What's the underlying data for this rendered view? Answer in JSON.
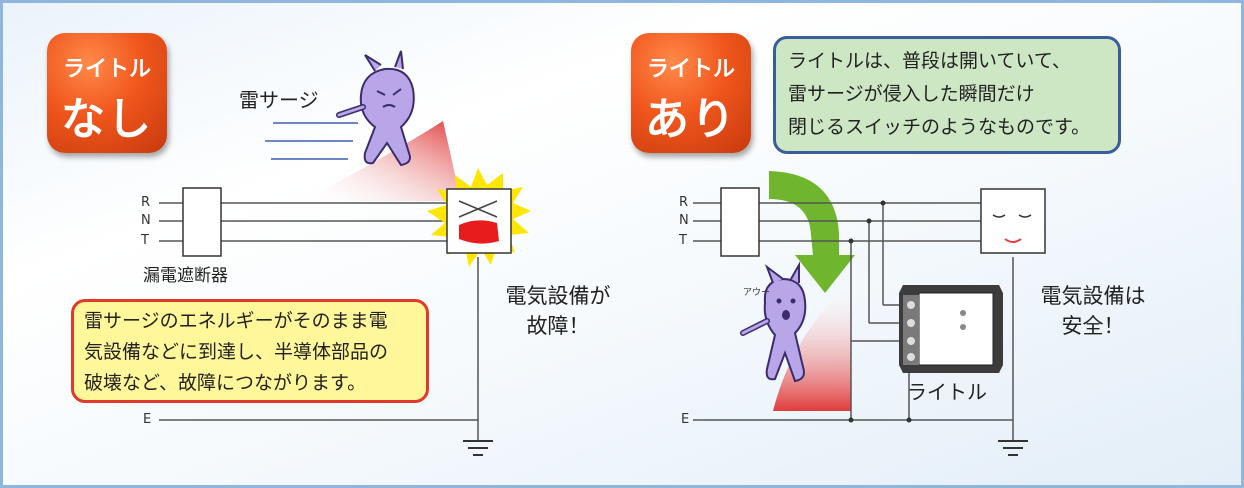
{
  "left_panel": {
    "badge_line1": "ライトル",
    "badge_line2": "なし",
    "surge_label": "雷サージ",
    "breaker_label": "漏電遮断器",
    "equipment_status_line1": "電気設備が",
    "equipment_status_line2": "故障！",
    "note_lines": [
      "雷サージのエネルギーがそのまま電",
      "気設備などに到達し、半導体部品の",
      "破壊など、故障につながります。"
    ],
    "wire_labels": [
      "R",
      "N",
      "T"
    ],
    "earth_label": "E"
  },
  "right_panel": {
    "badge_line1": "ライトル",
    "badge_line2": "あり",
    "note_lines": [
      "ライトルは、普段は開いていて、",
      "雷サージが侵入した瞬間だけ",
      "閉じるスイッチのようなものです。"
    ],
    "equipment_status_line1": "電気設備は",
    "equipment_status_line2": "安全！",
    "device_label": "ライトル",
    "character_exclaim": "アウー",
    "wire_labels": [
      "R",
      "N",
      "T"
    ],
    "earth_label": "E"
  },
  "colors": {
    "badge": "#f0561c",
    "red_note_fill": "#fff79a",
    "red_note_border": "#e23a2a",
    "green_note_fill": "#cde7c4",
    "green_note_border": "#3a5e9c",
    "arrow": "#6fb52e",
    "surge": "#e85a5a"
  }
}
